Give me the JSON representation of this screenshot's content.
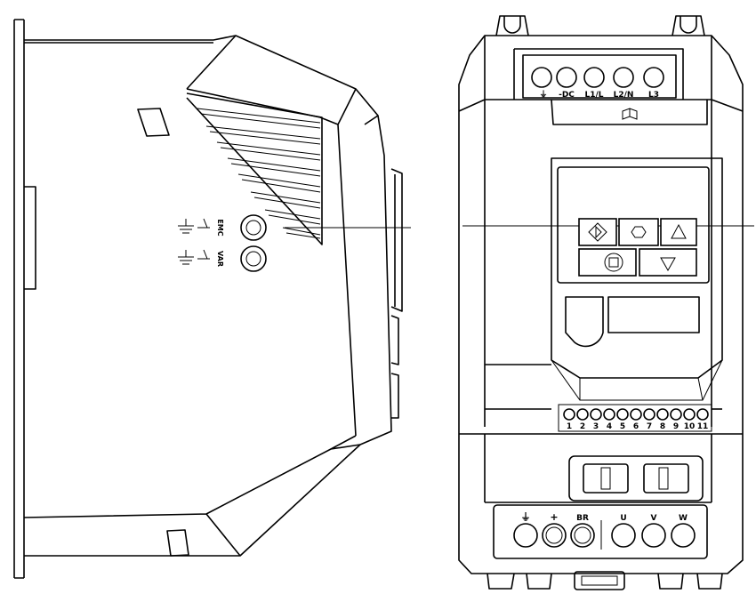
{
  "side_view": {
    "emc_label": "EMC",
    "var_label": "VAR"
  },
  "front_view": {
    "top_terminals": [
      "⏚",
      "-DC",
      "L1/L",
      "L2/N",
      "L3"
    ],
    "control_terminals": [
      "1",
      "2",
      "3",
      "4",
      "5",
      "6",
      "7",
      "8",
      "9",
      "10",
      "11"
    ],
    "bottom_terminals": [
      "⏚",
      "+",
      "BR",
      "U",
      "V",
      "W"
    ]
  }
}
